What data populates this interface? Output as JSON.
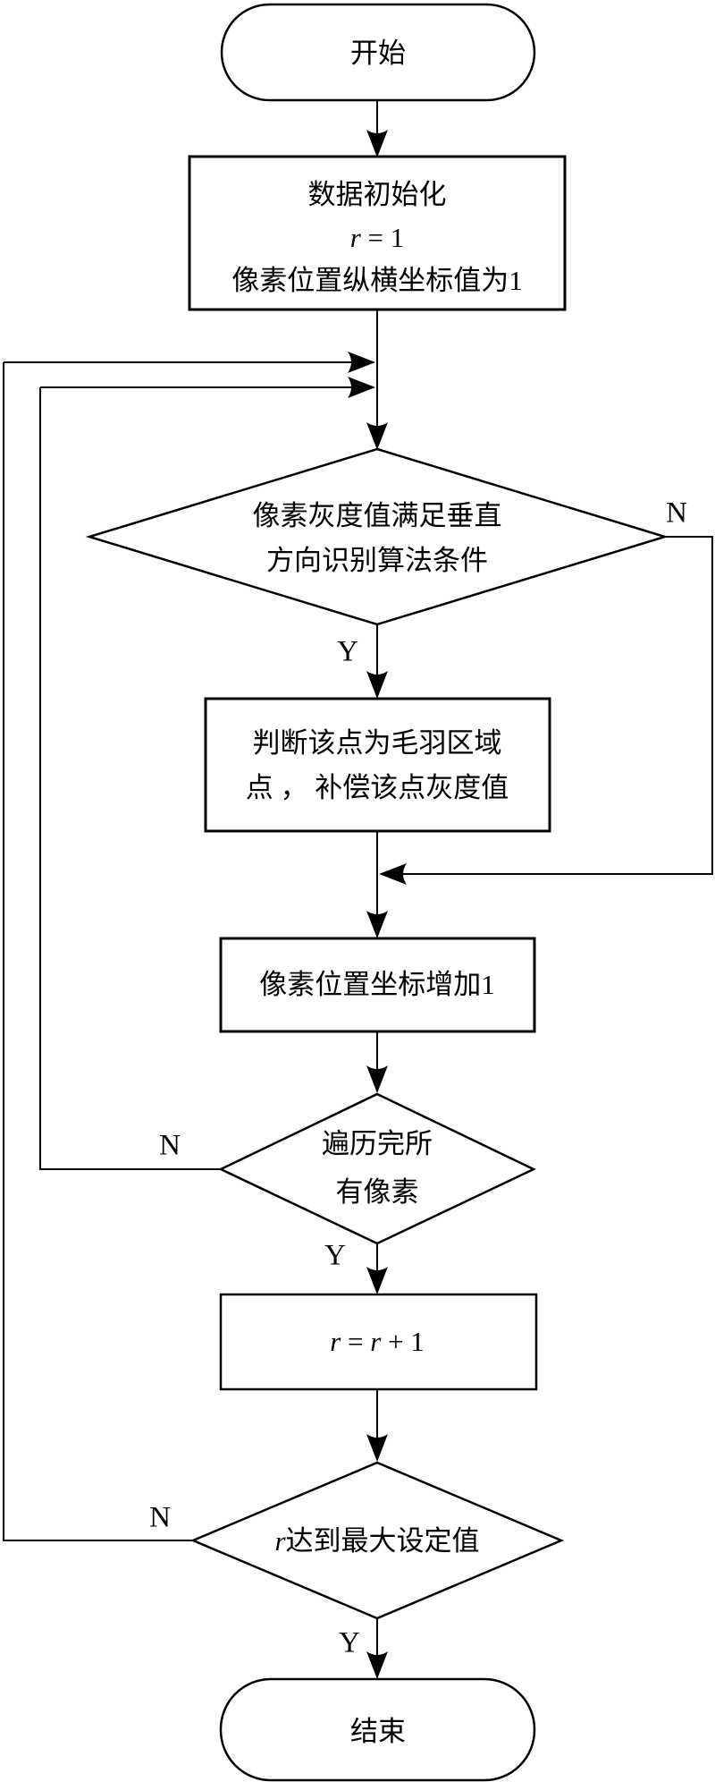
{
  "colors": {
    "line": "#000000",
    "text": "#000000",
    "background": "#ffffff"
  },
  "nodes": {
    "start": {
      "label": "开始"
    },
    "init": {
      "line1": "数据初始化",
      "formula_r": "r",
      "formula_rest": " = 1",
      "line3": "像素位置纵横坐标值为1"
    },
    "cond_vertical": {
      "line1": "像素灰度值满足垂直",
      "line2": "方向识别算法条件"
    },
    "judge": {
      "line1": "判断该点为毛羽区域",
      "line2": "点 ， 补偿该点灰度值"
    },
    "inc_pixel": {
      "label": "像素位置坐标增加1"
    },
    "cond_traverse": {
      "line1": "遍历完所",
      "line2": "有像素"
    },
    "inc_r": {
      "r1": "r",
      "eq": " = ",
      "r2": "r",
      "rest": " + 1"
    },
    "cond_rmax": {
      "r": "r",
      "rest": "达到最大设定值"
    },
    "end": {
      "label": "结束"
    }
  },
  "labels": {
    "cond_vertical_no": "N",
    "cond_vertical_yes": "Y",
    "cond_traverse_no": "N",
    "cond_traverse_yes": "Y",
    "cond_rmax_no": "N",
    "cond_rmax_yes": "Y"
  }
}
